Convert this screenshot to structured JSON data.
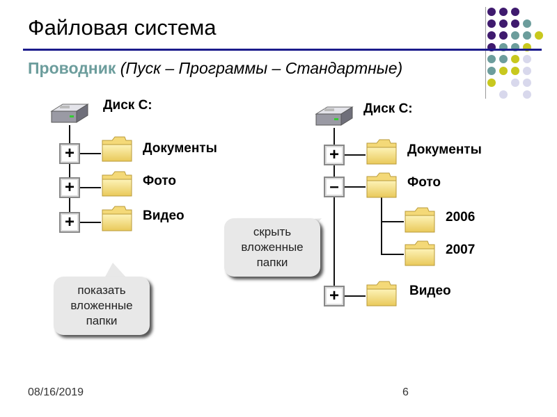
{
  "slide": {
    "title": "Файловая система",
    "subtitle_keyword": "Проводник",
    "subtitle_path": " (Пуск – Программы – Стандартные)"
  },
  "left_tree": {
    "disk": "Диск С:",
    "folders": [
      "Документы",
      "Фото",
      "Видео"
    ],
    "expanders": [
      "+",
      "+",
      "+"
    ]
  },
  "right_tree": {
    "disk": "Диск С:",
    "folders": [
      "Документы",
      "Фото",
      "Видео"
    ],
    "subfolders": [
      "2006",
      "2007"
    ],
    "expanders": [
      "+",
      "–",
      "+"
    ]
  },
  "callouts": {
    "hide": "скрыть вложенные папки",
    "show": "показать вложенные папки"
  },
  "footer": {
    "date": "08/16/2019",
    "page": "6"
  },
  "colors": {
    "purple": "#3f1a6e",
    "teal": "#6c9d9c",
    "yellow": "#c8c81e",
    "lavender": "#d8d8ec",
    "rule": "#1c1c8c"
  }
}
